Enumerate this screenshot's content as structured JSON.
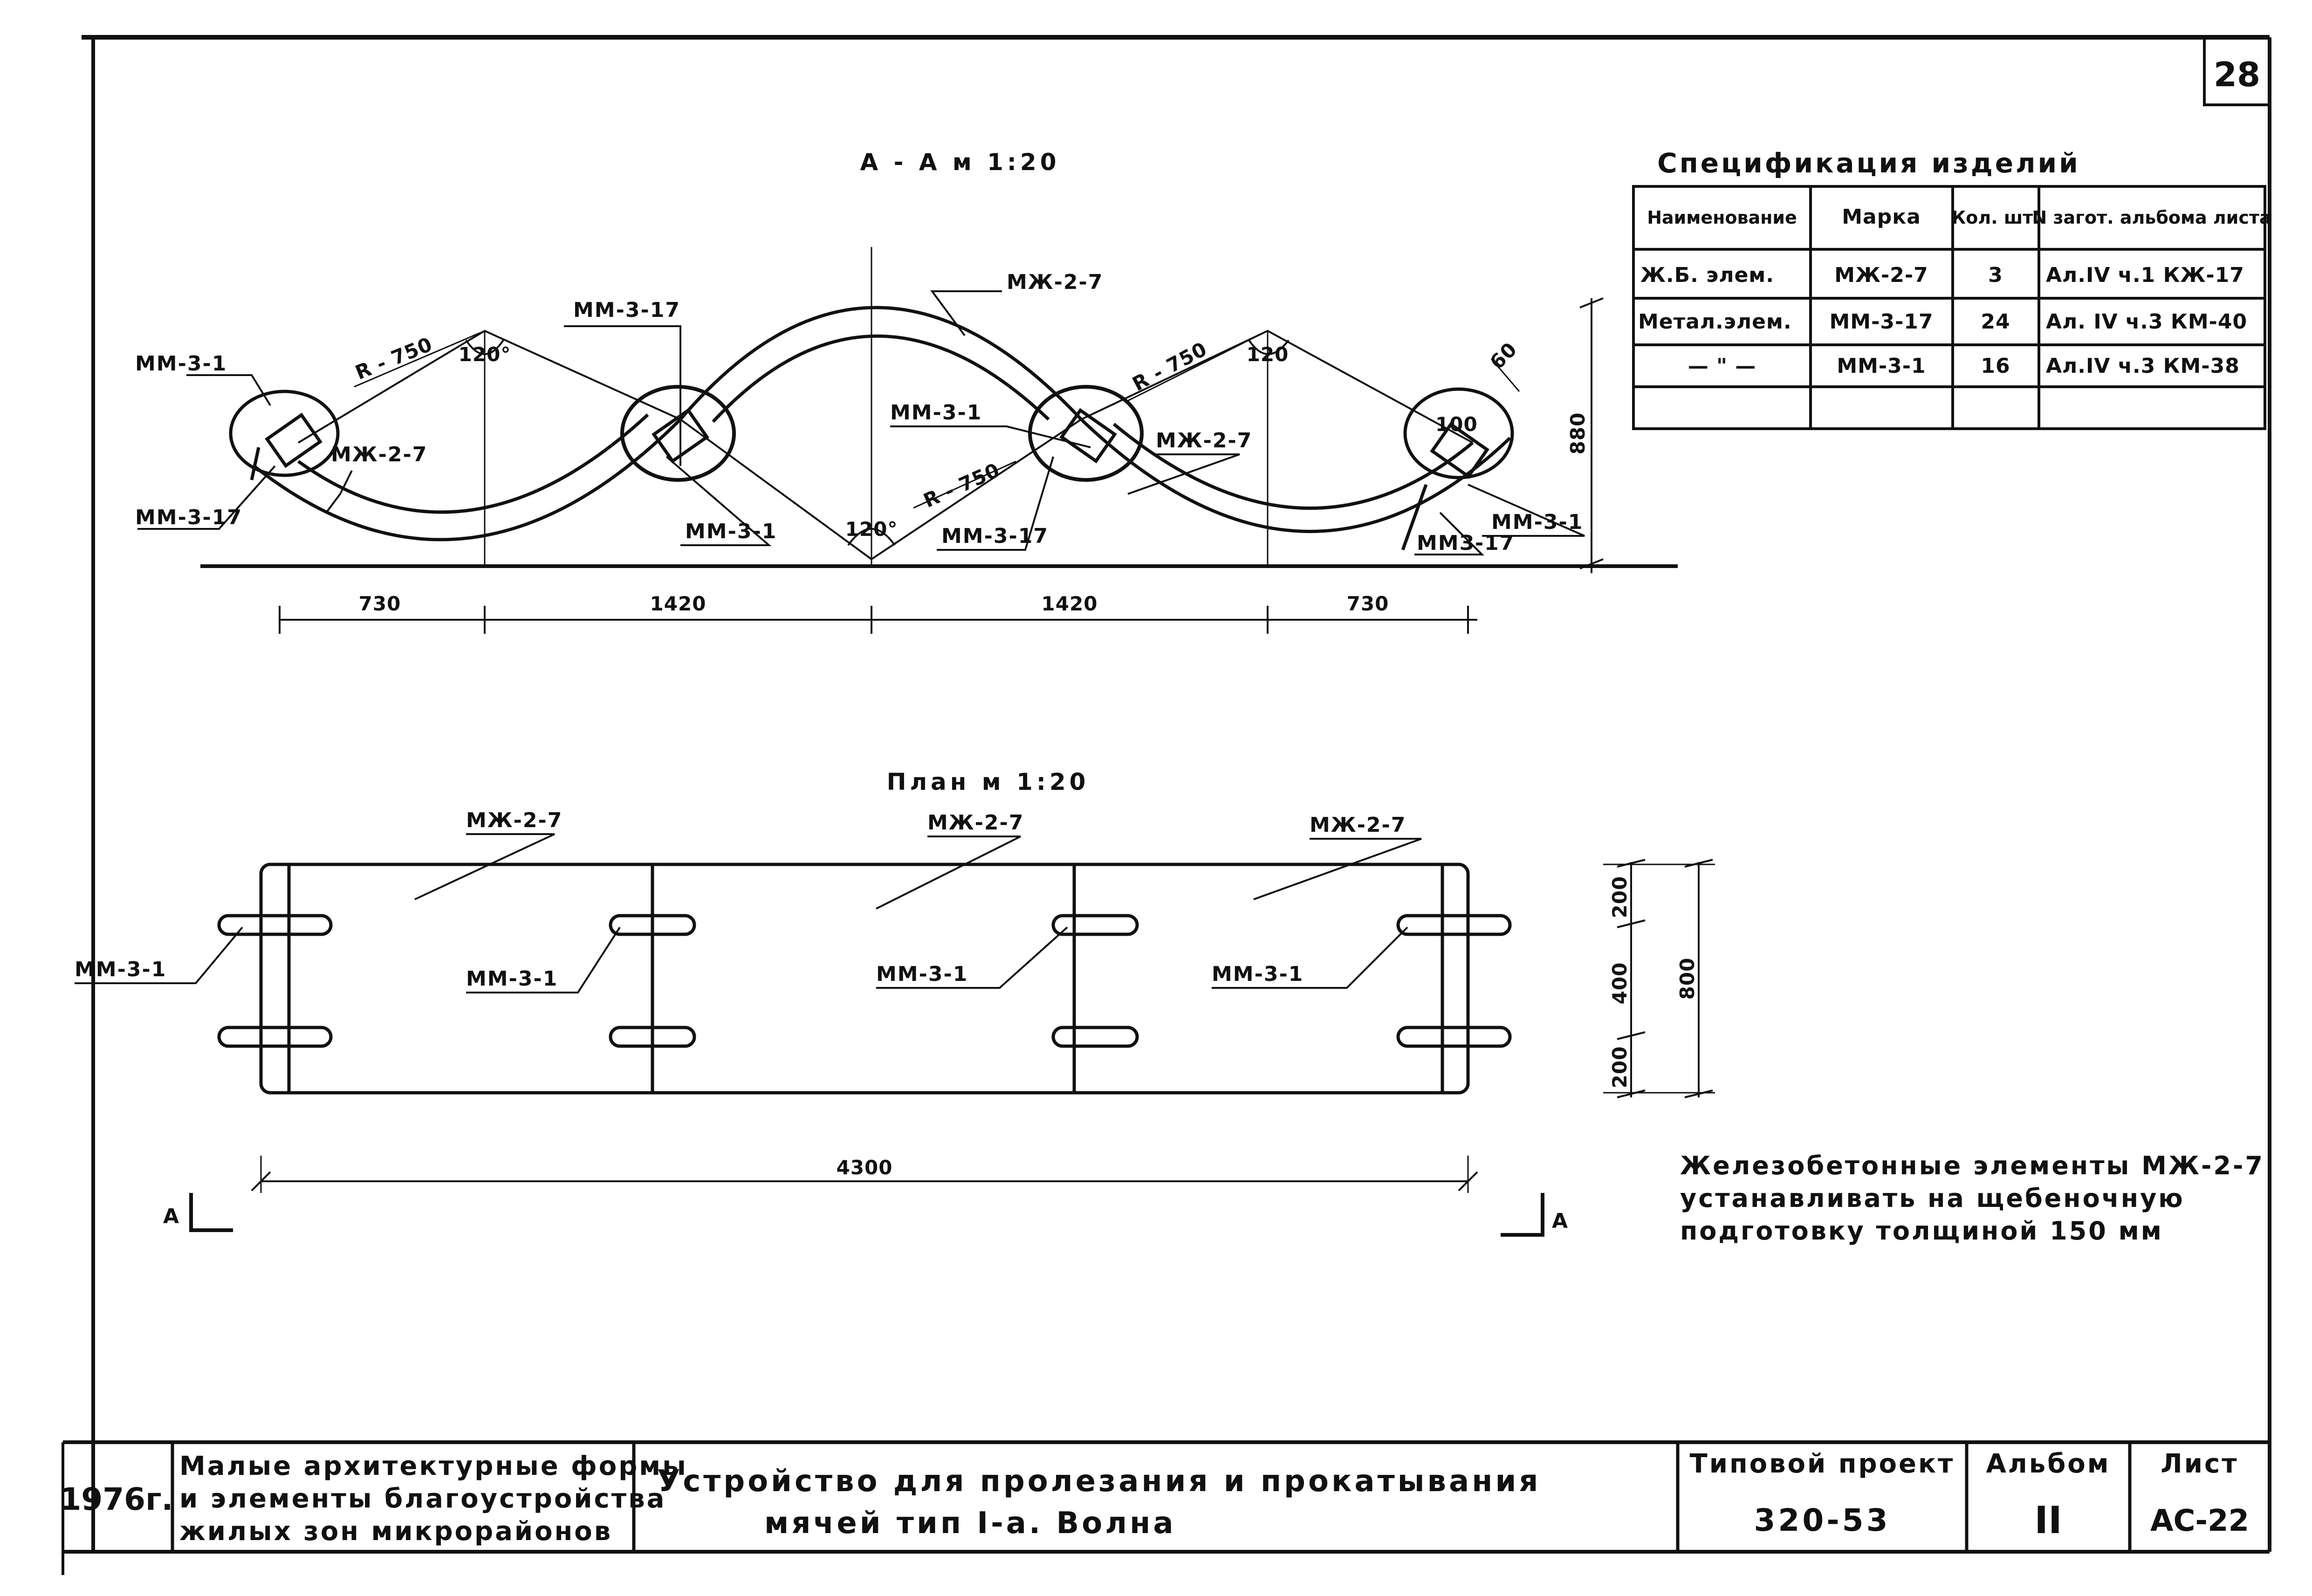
{
  "sheet_number": "28",
  "section": {
    "title": "А - А   м 1:20",
    "labels": {
      "mm31_a": "ММ-3-1",
      "mm317_a": "ММ-3-17",
      "mzh27_a": "МЖ-2-7",
      "mm317_b": "ММ-3-17",
      "mm31_b": "ММ-3-1",
      "mzh27_top": "МЖ-2-7",
      "mm31_c": "ММ-3-1",
      "mzh27_b": "МЖ-2-7",
      "mm317_c": "ММ-3-17",
      "mm31_d": "ММ-3-1",
      "mm317_d": "ММЗ-17"
    },
    "radii": [
      "R - 750",
      "R - 750",
      "R - 750"
    ],
    "angles": [
      "120°",
      "120°",
      "120",
      "100"
    ],
    "offset": "60",
    "height": "880",
    "dims": [
      "730",
      "1420",
      "1420",
      "730"
    ]
  },
  "plan": {
    "title": "План  м 1:20",
    "panels": [
      "МЖ-2-7",
      "МЖ-2-7",
      "МЖ-2-7"
    ],
    "clamps": [
      "ММ-3-1",
      "ММ-3-1",
      "ММ-3-1",
      "ММ-3-1"
    ],
    "dims_v": [
      "200",
      "400",
      "200"
    ],
    "width": "800",
    "length": "4300",
    "cut_left": "А",
    "cut_right": "А"
  },
  "specification": {
    "title": "Спецификация изделий",
    "headers": [
      "Наименование",
      "Марка",
      "Кол. шт.",
      "N загот. альбома листа"
    ],
    "rows": [
      [
        "Ж.Б. элем.",
        "МЖ-2-7",
        "3",
        "Ал.IV ч.1 КЖ-17"
      ],
      [
        "Метал.элем.",
        "ММ-3-17",
        "24",
        "Ал. IV ч.3 КМ-40"
      ],
      [
        "— \" —",
        "ММ-3-1",
        "16",
        "Ал.IV ч.3 КМ-38"
      ],
      [
        "",
        "",
        "",
        ""
      ]
    ]
  },
  "note": [
    "Железобетонные элементы МЖ-2-7",
    "устанавливать на щебеночную",
    "подготовку толщиной 150 мм"
  ],
  "stamp": {
    "year": "1976г.",
    "series": [
      "Малые архитектурные формы",
      "и элементы благоустройства",
      "жилых зон микрорайонов"
    ],
    "title": [
      "Устройство для пролезания и прокатывания",
      "мячей   тип I-а. Волна"
    ],
    "project_label": "Типовой проект",
    "project": "320-53",
    "album_label": "Альбом",
    "album": "II",
    "sheet_label": "Лист",
    "sheet": "АС-22"
  }
}
